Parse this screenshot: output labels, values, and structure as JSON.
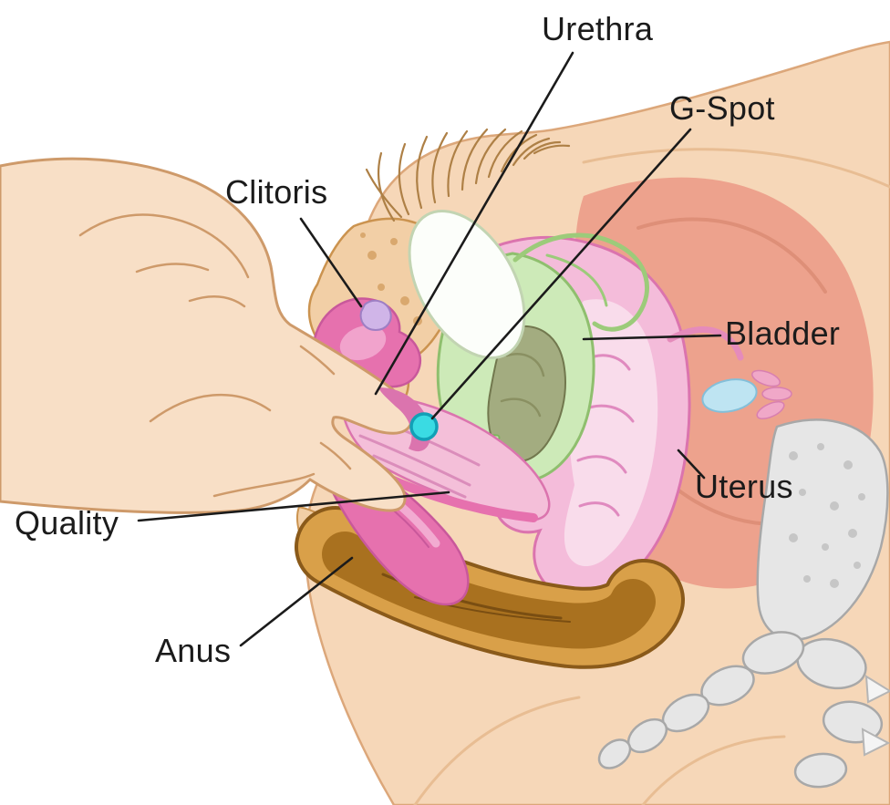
{
  "figure": {
    "type": "anatomical-diagram",
    "subject": "female pelvic anatomy cross-section with hand",
    "background": "#ffffff",
    "labels": [
      {
        "id": "urethra",
        "text": "Urethra"
      },
      {
        "id": "g_spot",
        "text": "G-Spot"
      },
      {
        "id": "clitoris",
        "text": "Clitoris"
      },
      {
        "id": "bladder",
        "text": "Bladder"
      },
      {
        "id": "uterus",
        "text": "Uterus"
      },
      {
        "id": "quality",
        "text": "Quality"
      },
      {
        "id": "anus",
        "text": "Anus"
      }
    ],
    "marker": {
      "name": "g-spot-marker",
      "shape": "dot",
      "color": "#3ADBE3",
      "outline": "#12A0B6"
    },
    "colors": {
      "skin": "#F6D7B8",
      "skin_outline": "#D9A878",
      "hand_skin": "#F8DFC6",
      "abdominal_cavity": "#EDA28D",
      "bladder_green": "#CDEAB8",
      "bladder_outline": "#8FBF6E",
      "urethral_sponge_olive": "#A3AC80",
      "uterus_pink": "#F4BCDA",
      "uterus_outline": "#DB74AE",
      "vulva_magenta": "#E671AE",
      "rectum_tan": "#D9A049",
      "rectum_brown": "#A9711F",
      "pubic_bone_tan": "#F2CFA6",
      "bone_gray": "#E6E6E6",
      "ovary_blue": "#BEE4F2",
      "clitoris_purple": "#D0B5E8",
      "leader_line": "#1B1B1B"
    }
  }
}
